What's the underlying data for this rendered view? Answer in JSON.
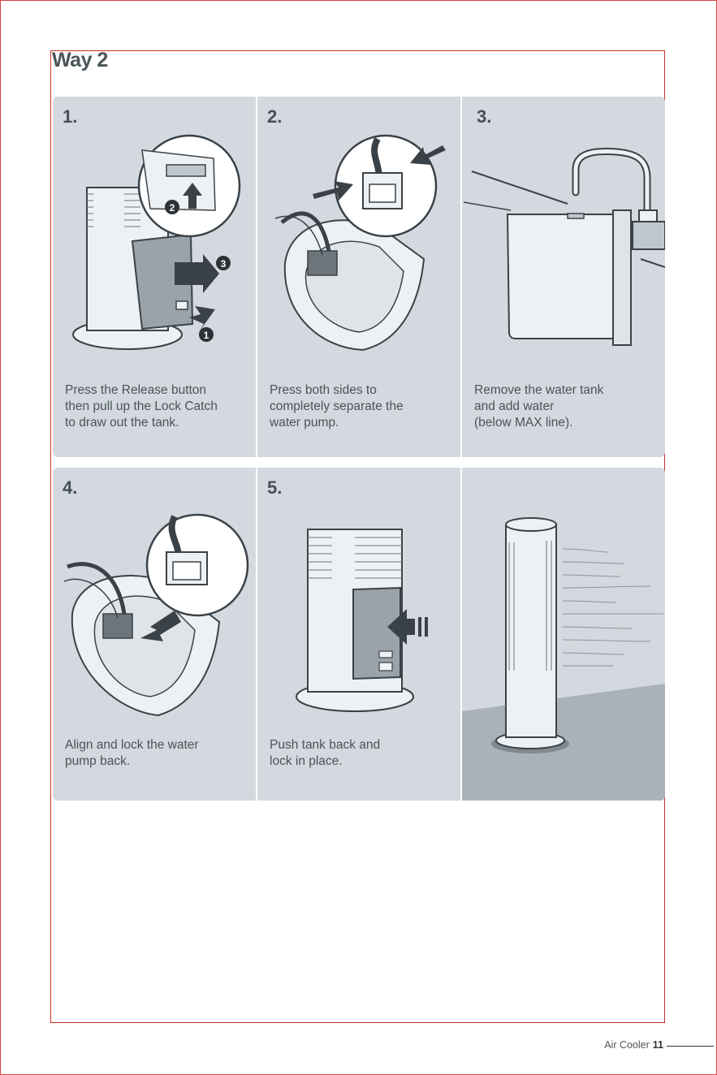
{
  "page": {
    "heading": "Way 2",
    "product": "Air Cooler",
    "page_number": "11"
  },
  "steps": [
    {
      "number": "1.",
      "caption": "Press the Release button\nthen pull up the Lock Catch\nto draw out the tank.",
      "callouts": [
        "1",
        "2",
        "3"
      ]
    },
    {
      "number": "2.",
      "caption": "Press both sides to\ncompletely separate the\nwater pump."
    },
    {
      "number": "3.",
      "caption": "Remove the water tank\nand add water\n(below MAX line)."
    },
    {
      "number": "4.",
      "caption": "Align and lock the water\npump back."
    },
    {
      "number": "5.",
      "caption": "Push tank back and\nlock in place."
    },
    {
      "number": "",
      "caption": ""
    }
  ]
}
